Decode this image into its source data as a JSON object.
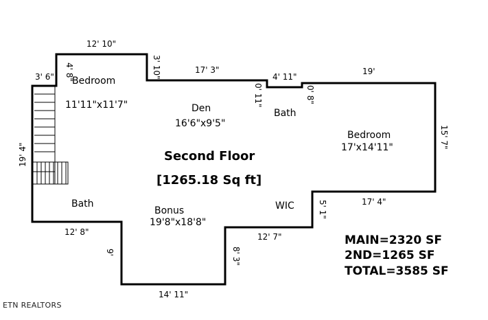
{
  "plan": {
    "title": "Second Floor",
    "area": "[1265.18 Sq ft]"
  },
  "rooms": {
    "bedroom_1": {
      "name": "Bedroom",
      "size": "11'11\"x11'7\""
    },
    "den": {
      "name": "Den",
      "size": "16'6\"x9'5\""
    },
    "bath_1": {
      "name": "Bath"
    },
    "bedroom_2": {
      "name": "Bedroom",
      "size": "17'x14'11\""
    },
    "bath_2": {
      "name": "Bath"
    },
    "bonus": {
      "name": "Bonus",
      "size": "19'8\"x18'8\""
    },
    "wic": {
      "name": "WIC"
    }
  },
  "dimensions": {
    "top_left": "12' 10\"",
    "left_notch": "3' 6\"",
    "left_notch_v": "4' 8\"",
    "step_v": "3' 10\"",
    "den_top": "17' 3\"",
    "bath_gap_v": "0' 11\"",
    "bath_top": "4' 11\"",
    "bath_step_v": "0' 8\"",
    "right_top": "19'",
    "right_side": "15' 7\"",
    "left_side": "19' 4\"",
    "bedroom2_bottom": "17' 4\"",
    "wic_step_v": "5' 1\"",
    "bath2_bottom": "12' 8\"",
    "bonus_left_v": "9'",
    "bonus_right_bottom": "12' 7\"",
    "bonus_right_v": "8' 3\"",
    "bottom": "14' 11\""
  },
  "totals": {
    "main": "MAIN=2320 SF",
    "second": "2ND=1265 SF",
    "total": "TOTAL=3585 SF"
  },
  "footer": "ETN REALTORS"
}
